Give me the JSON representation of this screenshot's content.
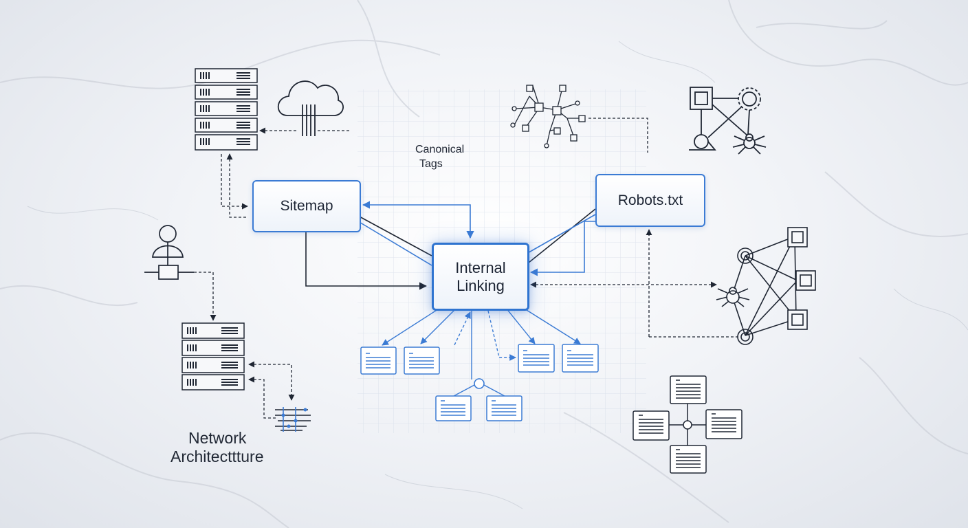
{
  "nodes": {
    "sitemap": "Sitemap",
    "robots": "Robots.txt",
    "internal_linking_line1": "Internal",
    "internal_linking_line2": "Linking",
    "canonical_line1": "Canonical",
    "canonical_line2": "Tags",
    "network_line1": "Network",
    "network_line2": "Architecttture"
  },
  "colors": {
    "accent_blue": "#3b7bd4",
    "line_dark": "#1f2633",
    "grid": "#c9d3e2",
    "background": "#eef0f4"
  },
  "icons": [
    "server-rack-icon",
    "cloud-icon",
    "network-graph-icon",
    "crawler-network-icon",
    "user-network-icon",
    "server-rack-icon",
    "data-flow-icon",
    "crawler-spider-icon",
    "document-icon"
  ]
}
